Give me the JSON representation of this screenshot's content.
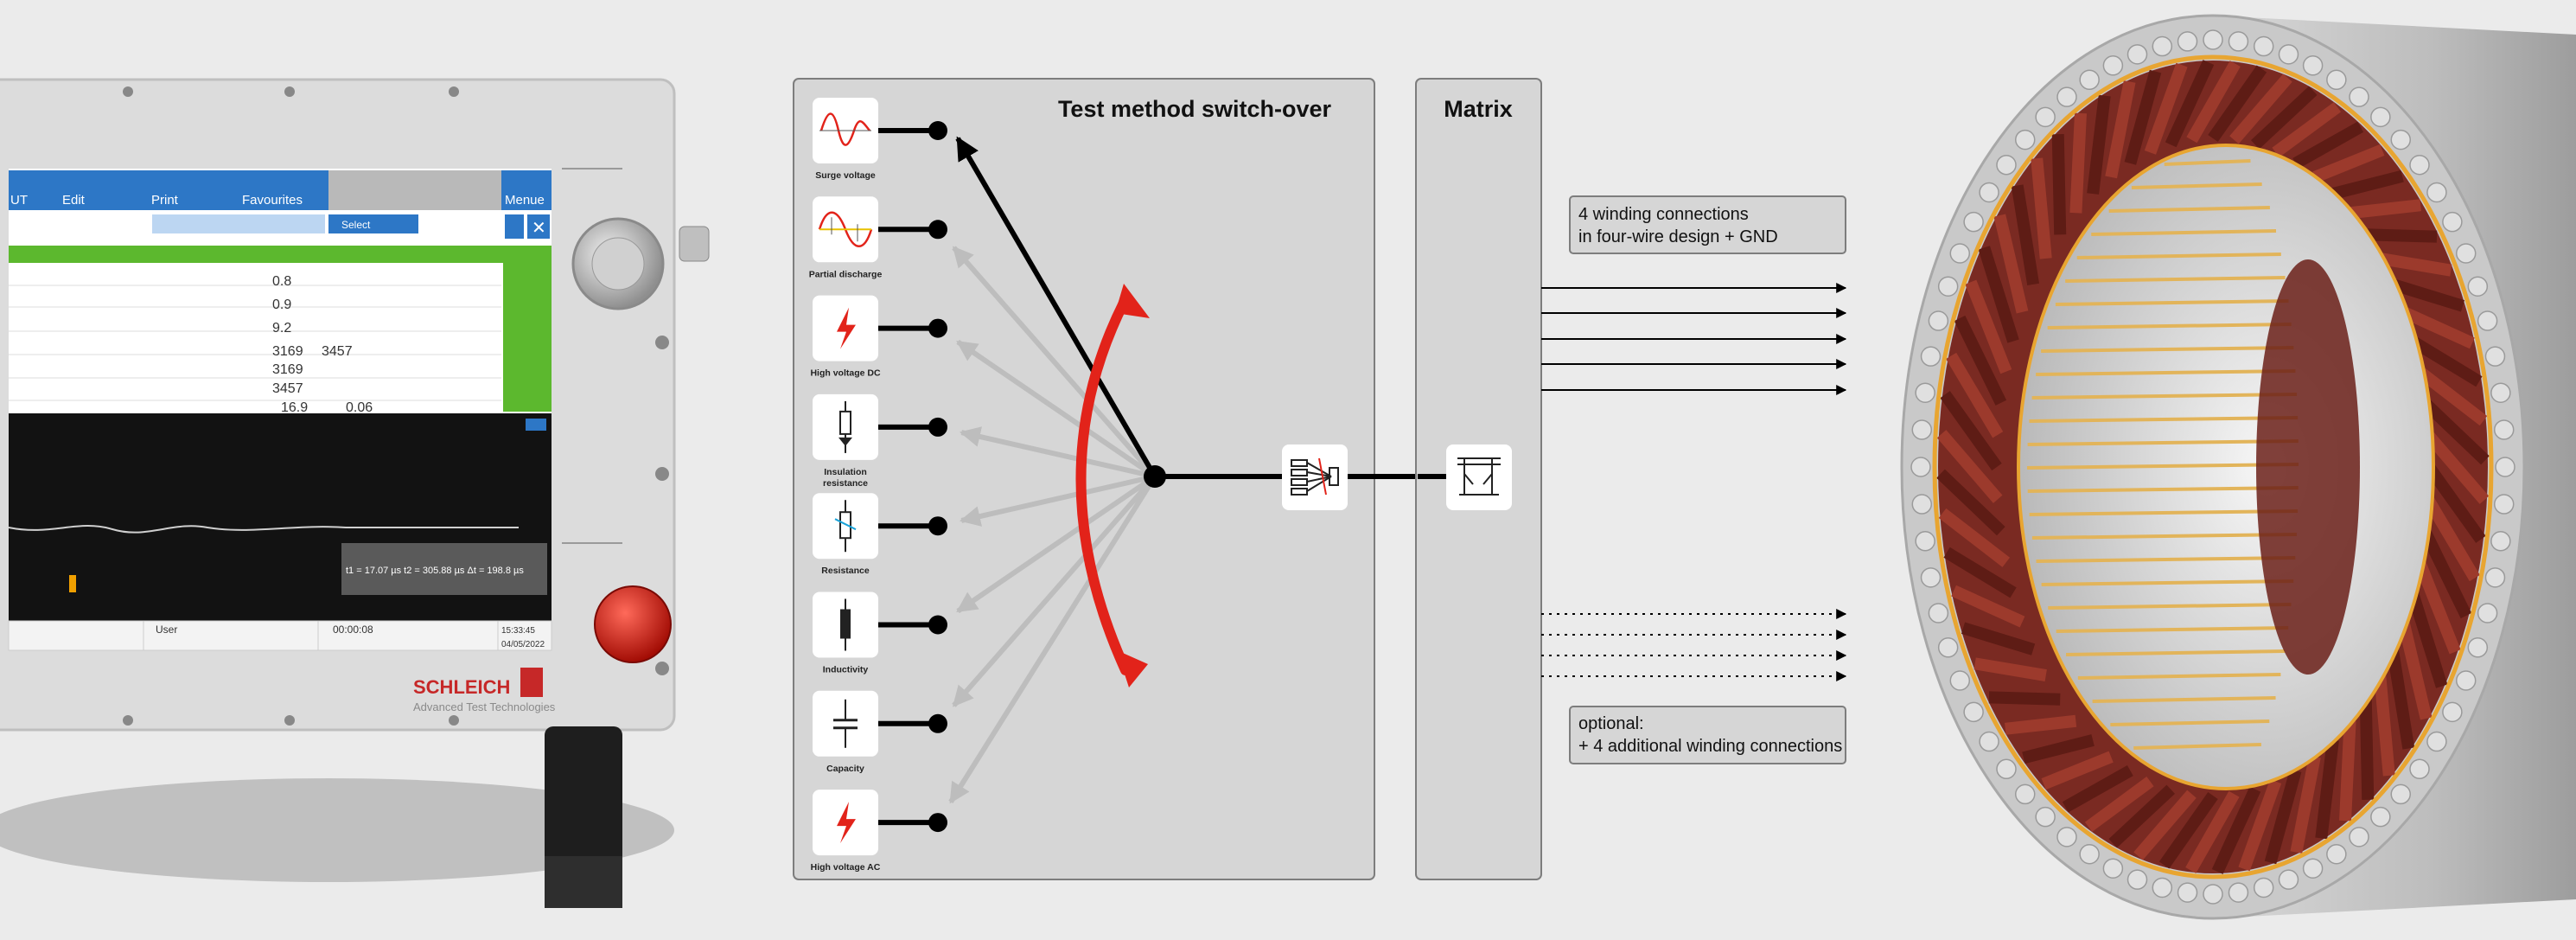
{
  "test_panel": {
    "title": "Test method switch-over",
    "methods": [
      {
        "label": "Surge voltage",
        "icon": "surge-voltage-icon"
      },
      {
        "label": "Partial discharge",
        "icon": "partial-discharge-icon"
      },
      {
        "label": "High voltage DC",
        "icon": "high-voltage-dc-icon"
      },
      {
        "label": "Insulation resistance",
        "icon": "insulation-resistance-icon"
      },
      {
        "label": "Resistance",
        "icon": "resistance-icon"
      },
      {
        "label": "Inductivity",
        "icon": "inductivity-icon"
      },
      {
        "label": "Capacity",
        "icon": "capacity-icon"
      },
      {
        "label": "High voltage AC",
        "icon": "high-voltage-ac-icon"
      }
    ]
  },
  "matrix": {
    "title": "Matrix"
  },
  "connections": {
    "standard_label_1": "4 winding connections",
    "standard_label_2": "in four-wire design + GND",
    "optional_label_1": "optional:",
    "optional_label_2": "+ 4 additional winding connections"
  },
  "device_screen": {
    "toolbar": [
      "UT",
      "Edit",
      "Print",
      "Favourites",
      "Menue"
    ],
    "select_label": "Select",
    "status_user": "User",
    "status_time": "00:00:08",
    "status_date": "04/05/2022",
    "status_clock": "15:33:45",
    "table_values": [
      "0.8",
      "0.9",
      "9.2",
      "3169",
      "3457",
      "3169",
      "3457",
      "16.9",
      "0.06"
    ],
    "result_summary": "t1 = 17.07 µs   t2 = 305.88 µs   Δt = 198.8 µs"
  },
  "device": {
    "brand": "SCHLEICH",
    "tagline": "Advanced Test Technologies"
  },
  "colors": {
    "accent_red": "#e2231a",
    "panel_gray": "#d6d6d6",
    "screen_blue": "#2d77c6",
    "screen_green": "#5cb82e"
  }
}
